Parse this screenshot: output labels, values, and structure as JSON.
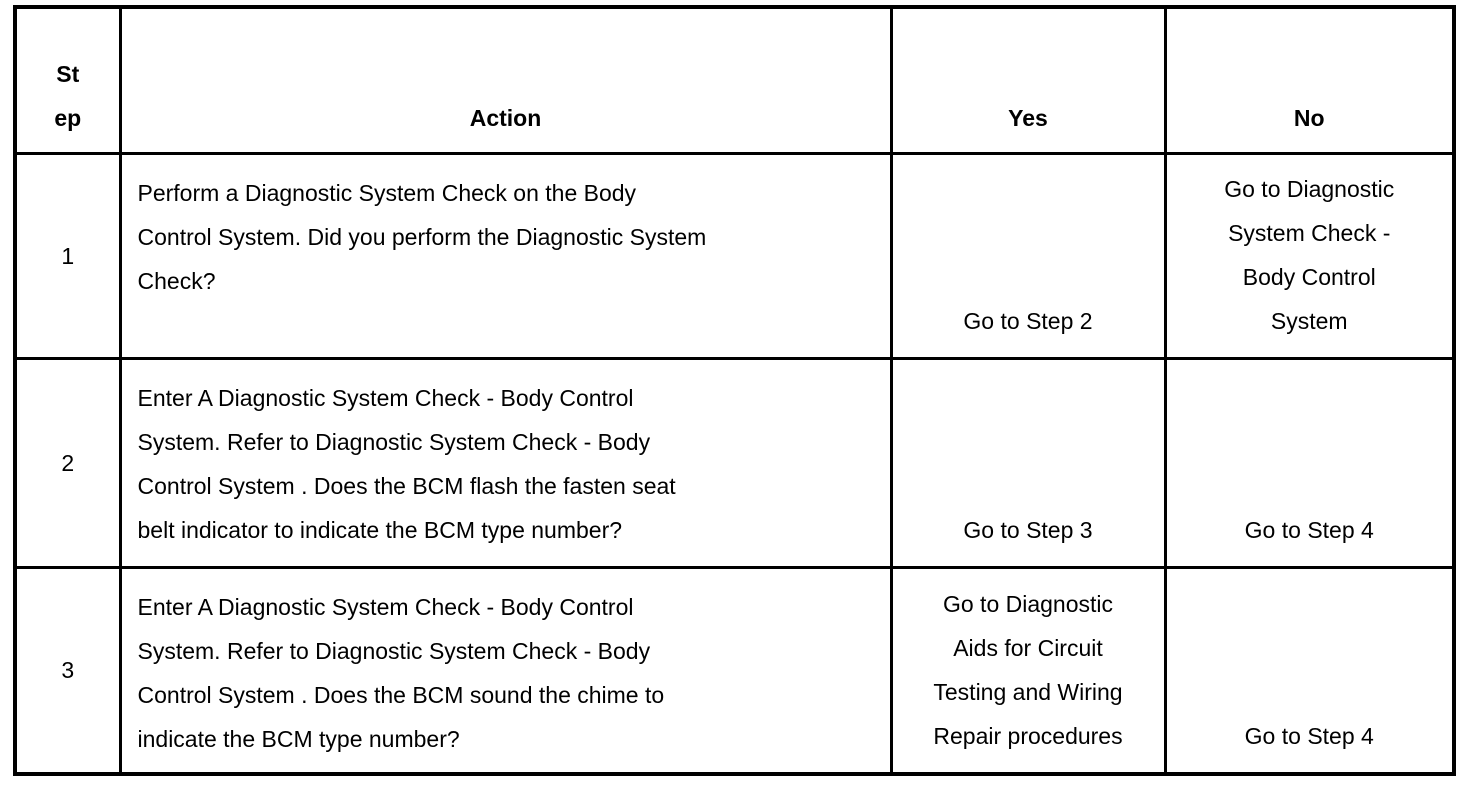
{
  "table": {
    "colors": {
      "border": "#000000",
      "text": "#000000",
      "background": "#ffffff"
    },
    "headers": {
      "step": "St\nep",
      "action": "Action",
      "yes": "Yes",
      "no": "No"
    },
    "rows": [
      {
        "step": "1",
        "action": "Perform a Diagnostic System Check on the Body\nControl System. Did you perform the Diagnostic System\nCheck?",
        "yes": "Go to Step 2",
        "no": "Go to Diagnostic\nSystem Check -\nBody Control\nSystem"
      },
      {
        "step": "2",
        "action": "Enter A Diagnostic System Check - Body Control\nSystem. Refer to Diagnostic System Check - Body\nControl System . Does the BCM flash the fasten seat\nbelt indicator to indicate the BCM type number?",
        "yes": "Go to Step 3",
        "no": "Go to Step 4"
      },
      {
        "step": "3",
        "action": "Enter A Diagnostic System Check - Body Control\nSystem. Refer to Diagnostic System Check - Body\nControl System . Does the BCM sound the chime to\nindicate the BCM type number?",
        "yes": "Go to Diagnostic\nAids for Circuit\nTesting and Wiring\nRepair procedures",
        "no": "Go to Step 4"
      }
    ]
  }
}
